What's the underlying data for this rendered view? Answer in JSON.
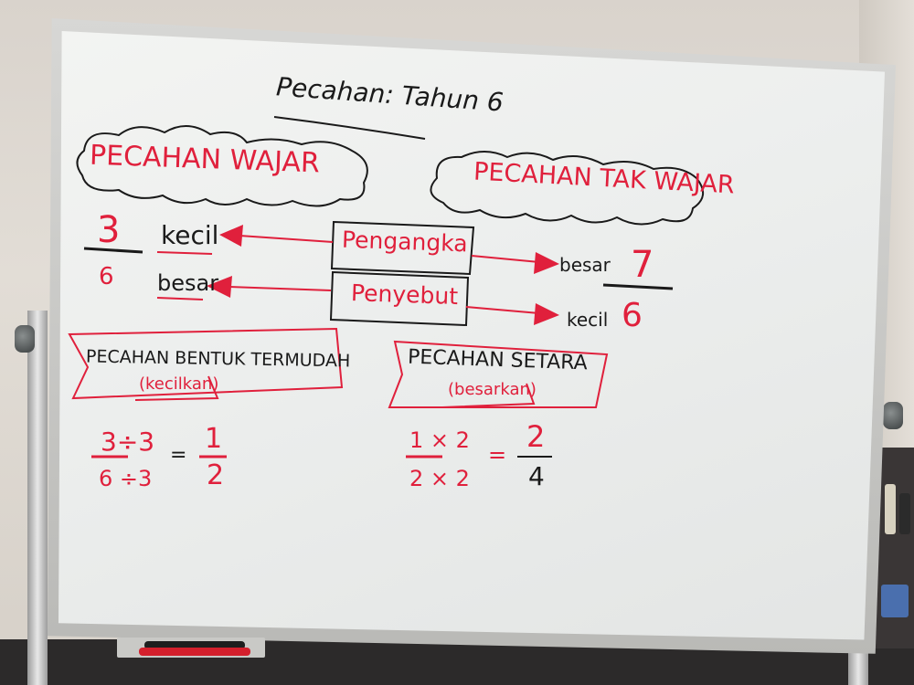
{
  "board": {
    "title": "Pecahan: Tahun 6",
    "proper": {
      "heading": "PECAHAN WAJAR",
      "numerator": "3",
      "denominator": "6",
      "numerator_word": "kecil",
      "denominator_word": "besar"
    },
    "improper": {
      "heading": "PECAHAN TAK WAJAR",
      "numerator": "7",
      "denominator": "6",
      "numerator_word": "besar",
      "denominator_word": "kecil"
    },
    "center_labels": {
      "numerator_label": "Pengangka",
      "denominator_label": "Penyebut"
    },
    "simplest_form": {
      "heading": "PECAHAN BENTUK TERMUDAH",
      "subheading": "(kecilkan)",
      "lhs_numerator": "3÷3",
      "lhs_denominator": "6 ÷3",
      "equals": "=",
      "rhs_numerator": "1",
      "rhs_denominator": "2"
    },
    "equivalent": {
      "heading": "PECAHAN SETARA",
      "subheading": "(besarkan)",
      "lhs_numerator": "1 × 2",
      "lhs_denominator": "2 × 2",
      "equals": "=",
      "rhs_numerator": "2",
      "rhs_denominator": "4"
    }
  },
  "colors": {
    "marker_black": "#1a1a1a",
    "marker_red": "#e0203c",
    "board_white": "#eceeed",
    "frame_grey": "#c4c4c1"
  }
}
